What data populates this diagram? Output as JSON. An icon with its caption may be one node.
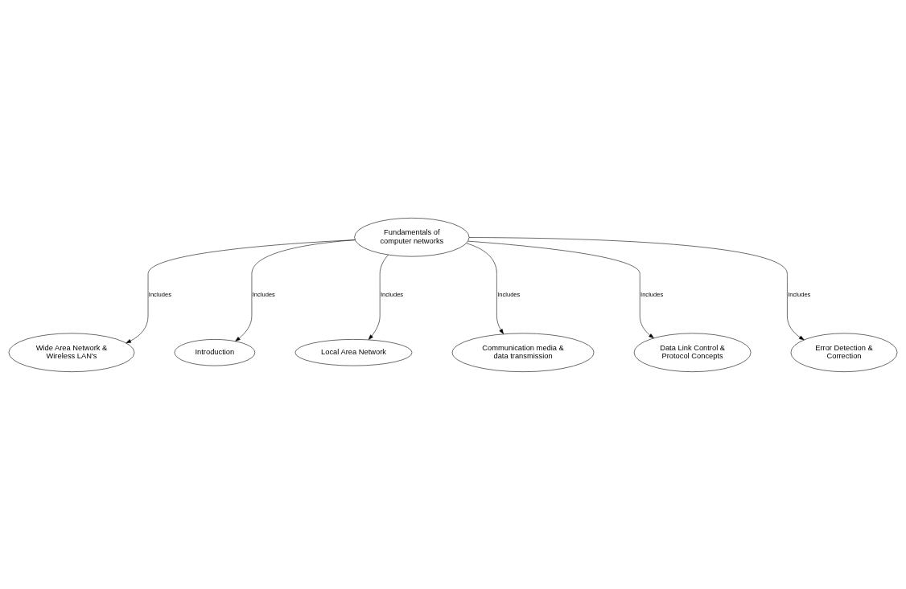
{
  "diagram": {
    "nodes": [
      {
        "text": [
          "Fundamentals of computer networks"
        ]
      },
      {
        "text": [
          "Wide Area Network & Wireless LAN's"
        ]
      },
      {
        "text": [
          "Introduction"
        ]
      },
      {
        "text": [
          "Local Area Network"
        ]
      },
      {
        "text": [
          "Communication media & data transmission"
        ]
      },
      {
        "text": [
          "Data Link Control & Protocol Concepts"
        ]
      },
      {
        "text": [
          "Error Detection & Correction"
        ]
      }
    ],
    "edges": [
      {
        "from": 0,
        "to": 2,
        "label": "Includes",
        "arrow": "to"
      },
      {
        "from": 0,
        "to": 4,
        "label": "Includes",
        "arrow": "to"
      },
      {
        "from": 0,
        "to": 6,
        "label": "Includes",
        "arrow": "to"
      },
      {
        "from": 0,
        "to": 5,
        "label": "Includes",
        "arrow": "to"
      },
      {
        "from": 0,
        "to": 3,
        "label": "Includes",
        "arrow": "to"
      },
      {
        "from": 0,
        "to": 1,
        "label": "Includes",
        "arrow": "to"
      }
    ]
  }
}
